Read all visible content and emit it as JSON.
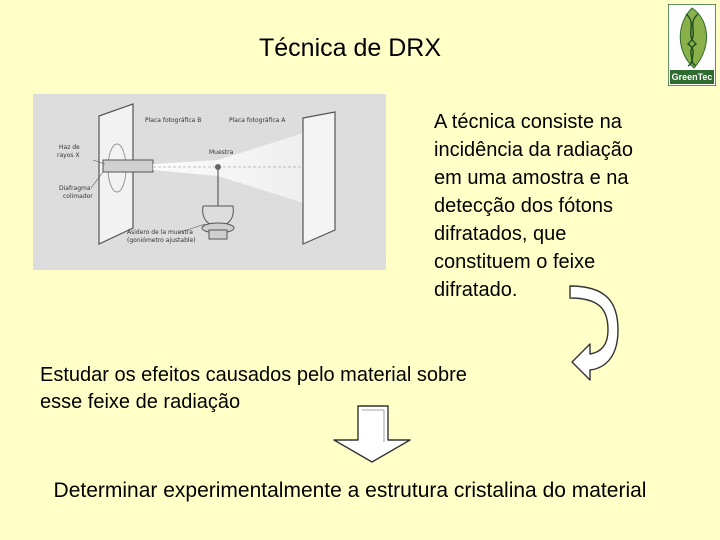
{
  "slide": {
    "title": "Técnica de DRX",
    "description_lines": [
      "A técnica consiste na",
      "incidência da radiação",
      "em uma amostra e na",
      "detecção dos fótons",
      "difratados, que",
      "constituem o feixe",
      "difratado."
    ],
    "study_lines": [
      "Estudar os efeitos causados pelo material sobre",
      "esse feixe de radiação"
    ],
    "conclusion": "Determinar experimentalmente a estrutura cristalina do material"
  },
  "logo": {
    "text": "GreenTec",
    "icon": "leaf-dna-logo"
  },
  "figure": {
    "labels": {
      "plate_b": "Placa fotográfica B",
      "plate_a": "Placa fotográfica A",
      "beam_1": "Haz de",
      "beam_2": "rayos X",
      "sample": "Muestra",
      "diaphragm_1": "Diafragma",
      "diaphragm_2": "colimador",
      "holder_1": "Asidero de la muestra",
      "holder_2": "(goniómetro ajustable)"
    }
  },
  "colors": {
    "background": "#ffffc8",
    "logo_green": "#2f6b2f",
    "arrow_fill": "#ffffff",
    "arrow_stroke": "#333333"
  }
}
